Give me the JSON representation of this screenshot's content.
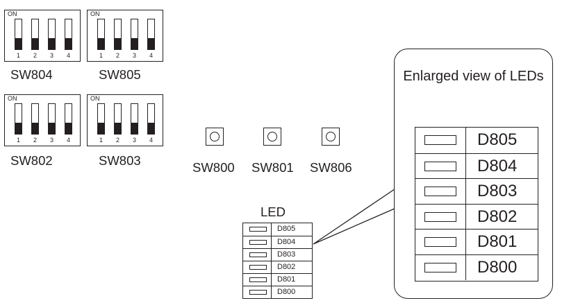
{
  "dip_switches": [
    {
      "label": "SW804",
      "on_text": "ON",
      "positions": [
        "1",
        "2",
        "3",
        "4"
      ]
    },
    {
      "label": "SW805",
      "on_text": "ON",
      "positions": [
        "1",
        "2",
        "3",
        "4"
      ]
    },
    {
      "label": "SW802",
      "on_text": "ON",
      "positions": [
        "1",
        "2",
        "3",
        "4"
      ]
    },
    {
      "label": "SW803",
      "on_text": "ON",
      "positions": [
        "1",
        "2",
        "3",
        "4"
      ]
    }
  ],
  "push_buttons": [
    {
      "label": "SW800"
    },
    {
      "label": "SW801"
    },
    {
      "label": "SW806"
    }
  ],
  "led_panel": {
    "title": "LED",
    "leds": [
      "D805",
      "D804",
      "D803",
      "D802",
      "D801",
      "D800"
    ]
  },
  "callout": {
    "title": "Enlarged view of LEDs",
    "leds": [
      "D805",
      "D804",
      "D803",
      "D802",
      "D801",
      "D800"
    ]
  }
}
